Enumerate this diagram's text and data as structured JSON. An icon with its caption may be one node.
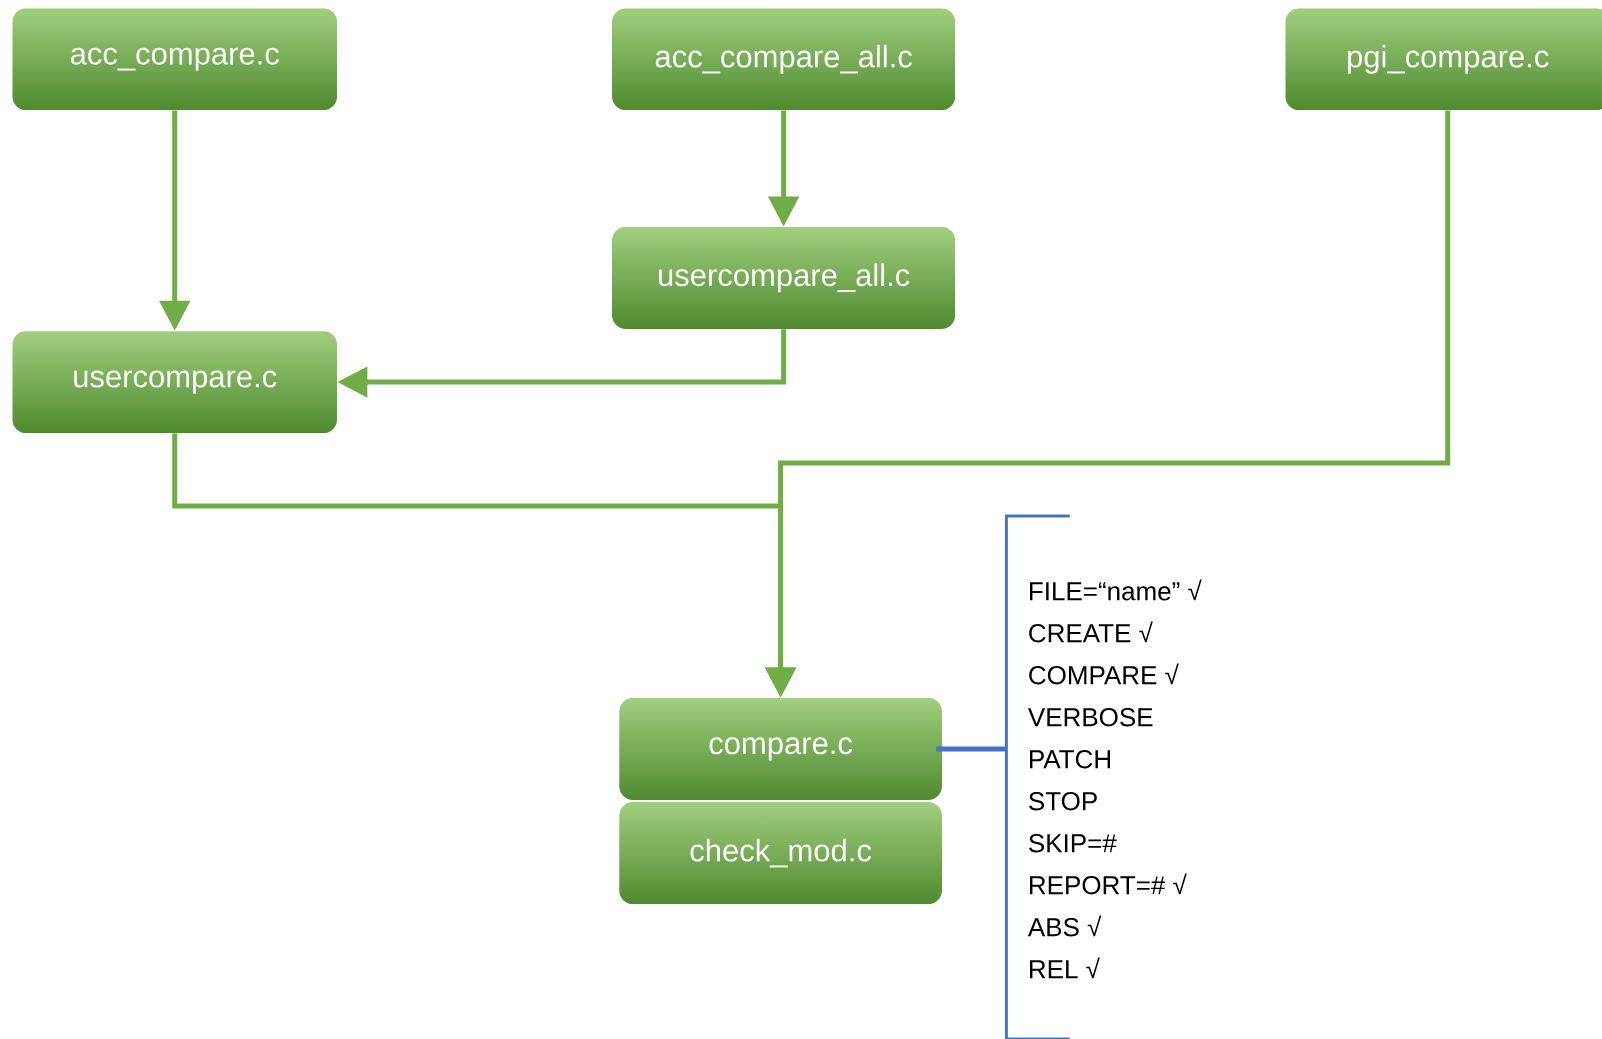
{
  "diagram": {
    "nodes": [
      {
        "text": [
          "acc_compare.c"
        ]
      },
      {
        "text": [
          "acc_compare_all.c"
        ]
      },
      {
        "text": [
          "pgi_compare.c"
        ]
      },
      {
        "text": [
          "usercompare_all.c"
        ]
      },
      {
        "text": [
          "usercompare.c"
        ]
      },
      {
        "text": [
          "compare.c"
        ]
      },
      {
        "text": [
          "check_mod.c"
        ]
      },
      {
        "text": [
          "FILE=“name” √",
          "CREATE √",
          "COMPARE √",
          "VERBOSE",
          "PATCH",
          "STOP",
          "SKIP=#",
          "REPORT=# √",
          "ABS √",
          "REL √"
        ]
      }
    ],
    "edges": [
      {
        "from": 0,
        "to": 4,
        "arrow": "to"
      },
      {
        "from": 1,
        "to": 3,
        "arrow": "to"
      },
      {
        "from": 3,
        "to": 4,
        "arrow": "to"
      },
      {
        "from": 4,
        "to": 5,
        "arrow": "to"
      },
      {
        "from": 2,
        "to": 5,
        "arrow": "to"
      },
      {
        "from": 5,
        "to": 7,
        "arrow": "none",
        "color": "#4472c4"
      }
    ]
  }
}
